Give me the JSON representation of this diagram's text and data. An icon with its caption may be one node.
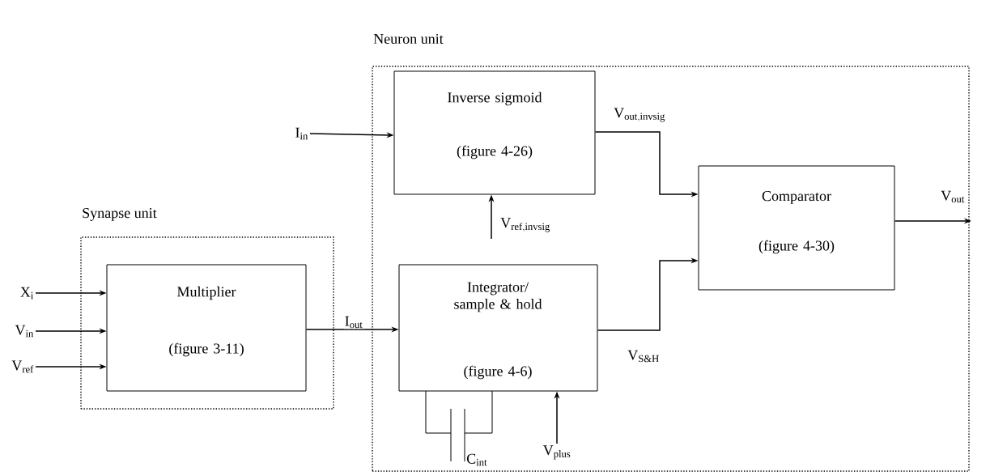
{
  "diagram": {
    "nodes": [
      {
        "text": [
          "Synapse unit"
        ]
      },
      {
        "text": [
          "Multiplier",
          "(figure 3-11)"
        ],
        "in": 0
      },
      {
        "text": [
          "Neuron unit"
        ]
      },
      {
        "text": [
          "Inverse sigmoid",
          "(figure 4-26)"
        ],
        "in": 2
      },
      {
        "text": [
          "Integrator/ sample & hold",
          "(figure 4-6)"
        ],
        "in": 2
      },
      {
        "text": [
          "Comparator",
          "(figure 4-30)"
        ],
        "in": 2
      },
      {
        "text": [
          "\\mathrm{X}_{\\mathrm{i}}"
        ]
      },
      {
        "text": [
          "\\mathrm{V}_{\\mathrm{in}}"
        ]
      },
      {
        "text": [
          "\\mathrm{V}_{\\mathrm{ref}}"
        ]
      },
      {
        "text": [
          "\\mathrm{I}_{\\mathrm{in}}"
        ]
      },
      {
        "text": [
          "\\mathrm{V}_{\\mathrm{plus}}"
        ],
        "in": 2
      }
    ],
    "edges": [
      {
        "from": 6,
        "to": 1,
        "arrow": "to"
      },
      {
        "from": 7,
        "to": 1,
        "arrow": "to"
      },
      {
        "from": 8,
        "to": 1,
        "arrow": "to"
      },
      {
        "from": 9,
        "to": 3,
        "arrow": "to"
      },
      {
        "from": 1,
        "to": 4,
        "arrow": "to",
        "label": "\\mathrm{I}_{\\mathrm{out}}"
      },
      {
        "from": null,
        "to": 3,
        "arrow": "to",
        "label": "\\mathrm{V}_{\\mathrm{ref,invsig}}"
      },
      {
        "from": 10,
        "to": 4,
        "arrow": "to"
      },
      {
        "from": 3,
        "to": 5,
        "arrow": "to",
        "label": "\\mathrm{V}_{\\mathrm{out,invsig}}"
      },
      {
        "from": 4,
        "to": 5,
        "arrow": "to",
        "label": "\\mathrm{V}_{\\mathrm{S\\&H}}"
      },
      {
        "from": 5,
        "to": null,
        "arrow": "to",
        "label": "\\mathrm{V}_{\\mathrm{out}}"
      }
    ],
    "labels": [
      "\\mathrm{C}_{\\mathrm{int}}"
    ]
  }
}
